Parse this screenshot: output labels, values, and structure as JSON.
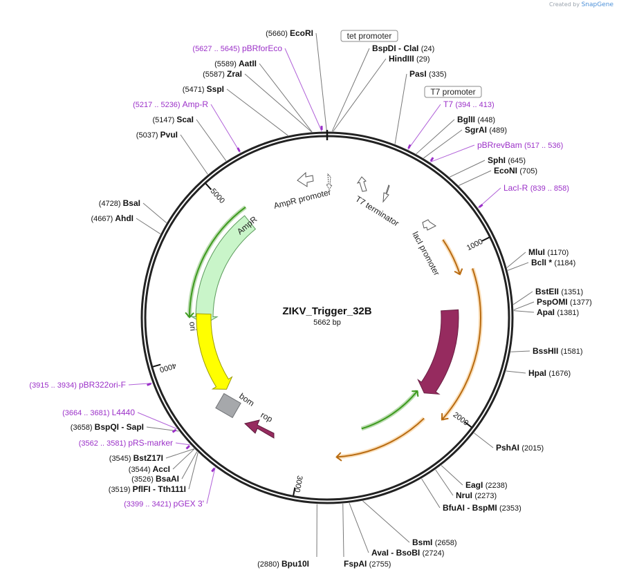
{
  "credit": {
    "prefix": "Created by",
    "brand": "SnapGene"
  },
  "plasmid": {
    "name": "ZIKV_Trigger_32B",
    "length_label": "5662 bp",
    "length": 5662
  },
  "colors": {
    "bold_site": "#000000",
    "primer": "#9b30c8",
    "ampr": "#c9f5c9",
    "ampr_border": "#5a9a5a",
    "ori": "#ffff00",
    "laci": "#962b5f",
    "rop": "#962b5f",
    "bom": "#a6a8ab",
    "orange": "#f2a23a",
    "green": "#3d9a1e"
  },
  "ticks": [
    {
      "pos": 1000,
      "label": "1000"
    },
    {
      "pos": 2000,
      "label": "2000"
    },
    {
      "pos": 3000,
      "label": "3000"
    },
    {
      "pos": 4000,
      "label": "4000"
    },
    {
      "pos": 5000,
      "label": "5000"
    }
  ],
  "features": [
    {
      "name": "AmpR",
      "label": "AmpR",
      "start": 4200,
      "end": 5050,
      "dir": "rev",
      "color": "#c9f5c9",
      "stroke": "#5a9a5a",
      "r_in": 165,
      "r_out": 190
    },
    {
      "name": "ori",
      "label": "ori",
      "start": 3690,
      "end": 4275,
      "dir": "rev",
      "color": "#ffff00",
      "stroke": "#9a9a00",
      "r_in": 168,
      "r_out": 189
    },
    {
      "name": "lacI",
      "label": "lacI",
      "start": 1360,
      "end": 2010,
      "dir": "fwd",
      "color": "#962b5f",
      "stroke": "#6a1f43",
      "r_in": 165,
      "r_out": 190
    }
  ],
  "arcs": [
    {
      "name": "orange-inner-1",
      "start": 880,
      "end": 1130,
      "dir": "fwd",
      "r": 202,
      "color": "#f2a23a"
    },
    {
      "name": "orange-outer-2",
      "start": 1120,
      "end": 2070,
      "dir": "fwd",
      "r": 222,
      "color": "#f2a23a"
    },
    {
      "name": "orange-inner-3",
      "start": 2140,
      "end": 2770,
      "dir": "fwd",
      "r": 202,
      "color": "#f2a23a"
    },
    {
      "name": "green-laci",
      "start": 2030,
      "end": 2560,
      "dir": "rev",
      "r": 168,
      "color": "#3d9a1e"
    },
    {
      "name": "green-ampr",
      "start": 4250,
      "end": 5090,
      "dir": "rev",
      "r": 199,
      "color": "#3d9a1e"
    }
  ],
  "small_features": [
    {
      "name": "rop-arrow",
      "label": "rop"
    },
    {
      "name": "bom-box",
      "label": "bom"
    },
    {
      "name": "ampr-promoter",
      "label": "AmpR promoter"
    },
    {
      "name": "t7-terminator",
      "label": "T7 terminator"
    },
    {
      "name": "laci-promoter",
      "label": "lacI promoter"
    }
  ],
  "boxed_labels": [
    {
      "name": "tet-promoter",
      "label": "tet promoter"
    },
    {
      "name": "t7-promoter",
      "label": "T7 promoter"
    }
  ],
  "sites": [
    {
      "name": "EcoRI",
      "loc": "(5660)",
      "pos": 5660,
      "type": "site",
      "side": "L"
    },
    {
      "name": "pBRforEco",
      "loc": "(5627 .. 5645)",
      "pos": 5636,
      "type": "primer",
      "side": "L"
    },
    {
      "name": "AatII",
      "loc": "(5589)",
      "pos": 5589,
      "type": "site",
      "side": "L"
    },
    {
      "name": "ZraI",
      "loc": "(5587)",
      "pos": 5587,
      "type": "site",
      "side": "L"
    },
    {
      "name": "SspI",
      "loc": "(5471)",
      "pos": 5471,
      "type": "site",
      "side": "L"
    },
    {
      "name": "Amp-R",
      "loc": "(5217 .. 5236)",
      "pos": 5226,
      "type": "primer",
      "side": "L"
    },
    {
      "name": "ScaI",
      "loc": "(5147)",
      "pos": 5147,
      "type": "site",
      "side": "L"
    },
    {
      "name": "PvuI",
      "loc": "(5037)",
      "pos": 5037,
      "type": "site",
      "side": "L"
    },
    {
      "name": "BsaI",
      "loc": "(4728)",
      "pos": 4728,
      "type": "site",
      "side": "L"
    },
    {
      "name": "AhdI",
      "loc": "(4667)",
      "pos": 4667,
      "type": "site",
      "side": "L"
    },
    {
      "name": "pBR322ori-F",
      "loc": "(3915 .. 3934)",
      "pos": 3924,
      "type": "primer",
      "side": "L"
    },
    {
      "name": "L4440",
      "loc": "(3664 .. 3681)",
      "pos": 3672,
      "type": "primer",
      "side": "L"
    },
    {
      "name": "BspQI - SapI",
      "loc": "(3658)",
      "pos": 3658,
      "type": "site",
      "side": "L"
    },
    {
      "name": "pRS-marker",
      "loc": "(3562 .. 3581)",
      "pos": 3571,
      "type": "primer",
      "side": "L"
    },
    {
      "name": "BstZ17I",
      "loc": "(3545)",
      "pos": 3545,
      "type": "site",
      "side": "L"
    },
    {
      "name": "AccI",
      "loc": "(3544)",
      "pos": 3544,
      "type": "site",
      "side": "L"
    },
    {
      "name": "BsaAI",
      "loc": "(3526)",
      "pos": 3526,
      "type": "site",
      "side": "L"
    },
    {
      "name": "PflFI - Tth111I",
      "loc": "(3519)",
      "pos": 3519,
      "type": "site",
      "side": "L"
    },
    {
      "name": "pGEX 3'",
      "loc": "(3399 .. 3421)",
      "pos": 3410,
      "type": "primer",
      "side": "L"
    },
    {
      "name": "Bpu10I",
      "loc": "(2880)",
      "pos": 2880,
      "type": "site",
      "side": "L"
    },
    {
      "name": "BspDI - ClaI",
      "loc": "(24)",
      "pos": 24,
      "type": "site",
      "side": "R"
    },
    {
      "name": "HindIII",
      "loc": "(29)",
      "pos": 29,
      "type": "site",
      "side": "R"
    },
    {
      "name": "PasI",
      "loc": "(335)",
      "pos": 335,
      "type": "site",
      "side": "R"
    },
    {
      "name": "T7",
      "loc": "(394 .. 413)",
      "pos": 403,
      "type": "primer",
      "side": "R"
    },
    {
      "name": "BglII",
      "loc": "(448)",
      "pos": 448,
      "type": "site",
      "side": "R"
    },
    {
      "name": "SgrAI",
      "loc": "(489)",
      "pos": 489,
      "type": "site",
      "side": "R"
    },
    {
      "name": "pBRrevBam",
      "loc": "(517 .. 536)",
      "pos": 526,
      "type": "primer",
      "side": "R"
    },
    {
      "name": "SphI",
      "loc": "(645)",
      "pos": 645,
      "type": "site",
      "side": "R"
    },
    {
      "name": "EcoNI",
      "loc": "(705)",
      "pos": 705,
      "type": "site",
      "side": "R"
    },
    {
      "name": "LacI-R",
      "loc": "(839 .. 858)",
      "pos": 848,
      "type": "primer",
      "side": "R"
    },
    {
      "name": "MluI",
      "loc": "(1170)",
      "pos": 1170,
      "type": "site",
      "side": "R"
    },
    {
      "name": "BclI *",
      "loc": "(1184)",
      "pos": 1184,
      "type": "site",
      "side": "R"
    },
    {
      "name": "BstEII",
      "loc": "(1351)",
      "pos": 1351,
      "type": "site",
      "side": "R"
    },
    {
      "name": "PspOMI",
      "loc": "(1377)",
      "pos": 1377,
      "type": "site",
      "side": "R"
    },
    {
      "name": "ApaI",
      "loc": "(1381)",
      "pos": 1381,
      "type": "site",
      "side": "R"
    },
    {
      "name": "BssHII",
      "loc": "(1581)",
      "pos": 1581,
      "type": "site",
      "side": "R"
    },
    {
      "name": "HpaI",
      "loc": "(1676)",
      "pos": 1676,
      "type": "site",
      "side": "R"
    },
    {
      "name": "PshAI",
      "loc": "(2015)",
      "pos": 2015,
      "type": "site",
      "side": "R"
    },
    {
      "name": "EagI",
      "loc": "(2238)",
      "pos": 2238,
      "type": "site",
      "side": "R"
    },
    {
      "name": "NruI",
      "loc": "(2273)",
      "pos": 2273,
      "type": "site",
      "side": "R"
    },
    {
      "name": "BfuAI - BspMI",
      "loc": "(2353)",
      "pos": 2353,
      "type": "site",
      "side": "R"
    },
    {
      "name": "BsmI",
      "loc": "(2658)",
      "pos": 2658,
      "type": "site",
      "side": "R"
    },
    {
      "name": "AvaI - BsoBI",
      "loc": "(2724)",
      "pos": 2724,
      "type": "site",
      "side": "R"
    },
    {
      "name": "FspAI",
      "loc": "(2755)",
      "pos": 2755,
      "type": "site",
      "side": "R"
    }
  ]
}
